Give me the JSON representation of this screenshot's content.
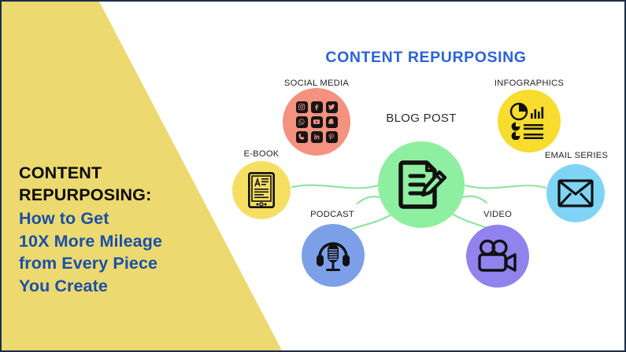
{
  "slide": {
    "left_panel": {
      "kicker": "CONTENT\nREPURPOSING:",
      "subhead": "How to Get\n10X More Mileage\nfrom Every Piece\nYou Create",
      "background_color": "#ECD96F",
      "kicker_color": "#0B0B0B",
      "subhead_color": "#1A50A8"
    },
    "infographic": {
      "title": "CONTENT REPURPOSING",
      "title_color": "#2A63D8",
      "background_color": "#FFFFFF",
      "connector_color": "#8BE49A",
      "center": {
        "label": "BLOG POST",
        "icon": "document-pencil-icon",
        "circle_color": "#8FEFA0"
      },
      "nodes": [
        {
          "label": "SOCIAL MEDIA",
          "icon": "social-media-grid-icon",
          "circle_color": "#F4917F",
          "icons": [
            "instagram-icon",
            "facebook-icon",
            "twitter-icon",
            "whatsapp-icon",
            "youtube-icon",
            "snapchat-icon",
            "skype-icon",
            "linkedin-icon",
            "pinterest-icon"
          ]
        },
        {
          "label": "INFOGRAPHICS",
          "icon": "pie-chart-list-icon",
          "circle_color": "#F8DC2E"
        },
        {
          "label": "E-BOOK",
          "icon": "ebook-reader-icon",
          "circle_color": "#F6DE62"
        },
        {
          "label": "EMAIL SERIES",
          "icon": "envelope-icon",
          "circle_color": "#7FD4F5"
        },
        {
          "label": "PODCAST",
          "icon": "microphone-headphones-icon",
          "circle_color": "#7C9FE8"
        },
        {
          "label": "VIDEO",
          "icon": "movie-camera-icon",
          "circle_color": "#9182EE"
        }
      ]
    }
  }
}
